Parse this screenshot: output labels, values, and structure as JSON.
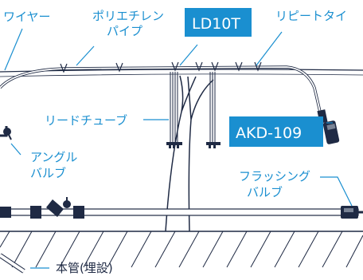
{
  "labels": {
    "wire": "ワイヤー",
    "polyethylene_pipe_1": "ポリエチレン",
    "polyethylene_pipe_2": "パイプ",
    "repeat_tie": "リピートタイ",
    "lead_tube": "リードチューブ",
    "angle_valve_1": "アングル",
    "angle_valve_2": "バルブ",
    "flushing_valve_1": "フラッシング",
    "flushing_valve_2": "バルブ",
    "main_pipe": "本管(埋設)"
  },
  "product_codes": {
    "dripper": "LD10T",
    "check_valve": "AKD-109"
  },
  "colors": {
    "accent": "#1a8fd0",
    "line": "#1f2a44",
    "box_fill": "#1a8fd0"
  }
}
